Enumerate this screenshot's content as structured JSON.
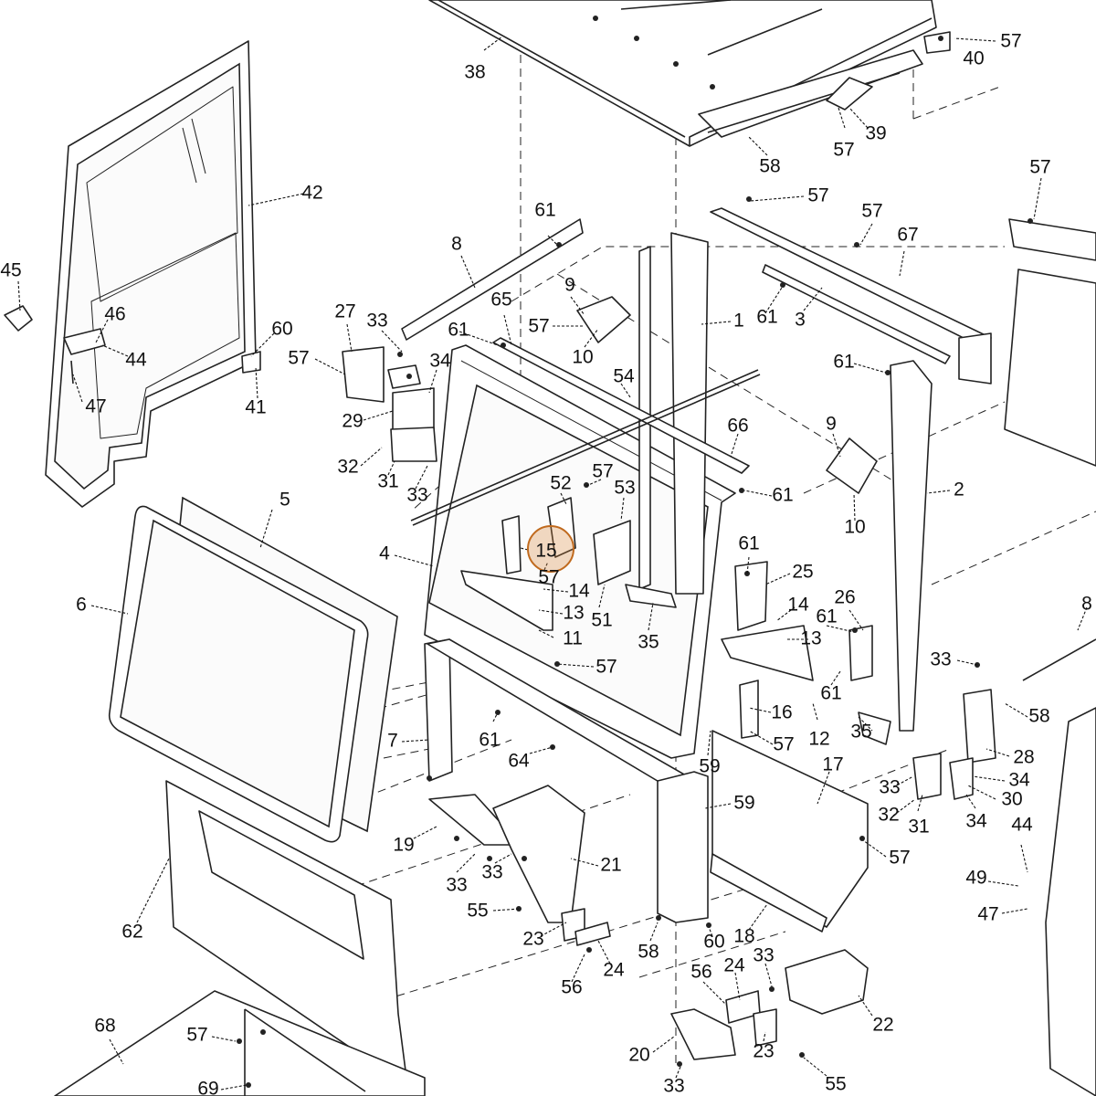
{
  "diagram": {
    "highlight": {
      "label": "15",
      "color": "#d68538"
    },
    "callouts": {
      "c38": "38",
      "c57a": "57",
      "c40": "40",
      "c39": "39",
      "c57b": "57",
      "c58a": "58",
      "c42": "42",
      "c45": "45",
      "c46": "46",
      "c44a": "44",
      "c47a": "47",
      "c60a": "60",
      "c41": "41",
      "c57c": "57",
      "c57d": "57",
      "c67": "67",
      "c61a": "61",
      "c3": "3",
      "c8a": "8",
      "c61b": "61",
      "c9a": "9",
      "c57e": "57",
      "c10a": "10",
      "c65": "65",
      "c61c": "61",
      "c1": "1",
      "c54": "54",
      "c27": "27",
      "c33a": "33",
      "c57f": "57",
      "c34a": "34",
      "c29": "29",
      "c32a": "32",
      "c31a": "31",
      "c33b": "33",
      "c61d": "61",
      "c9b": "9",
      "c10b": "10",
      "c2": "2",
      "c66": "66",
      "c61e": "61",
      "c57g": "57",
      "c52": "52",
      "c53": "53",
      "c5": "5",
      "c6": "6",
      "c4": "4",
      "c15": "15",
      "c57h": "57",
      "c14a": "14",
      "c13a": "13",
      "c11": "11",
      "c51": "51",
      "c35a": "35",
      "c61f": "61",
      "c25": "25",
      "c14b": "14",
      "c13b": "13",
      "c61g": "61",
      "c26": "26",
      "c8b": "8",
      "c33c": "33",
      "c58b": "58",
      "c57i": "57",
      "c7": "7",
      "c61h": "61",
      "c64": "64",
      "c16": "16",
      "c57j": "57",
      "c12": "12",
      "c61i": "61",
      "c35b": "35",
      "c59a": "59",
      "c28": "28",
      "c17": "17",
      "c33d": "33",
      "c32b": "32",
      "c31b": "31",
      "c34b": "34",
      "c30": "30",
      "c34c": "34",
      "c59b": "59",
      "c44b": "44",
      "c49": "49",
      "c47b": "47",
      "c19": "19",
      "c21": "21",
      "c33e": "33",
      "c33f": "33",
      "c55a": "55",
      "c57k": "57",
      "c62": "62",
      "c18": "18",
      "c23a": "23",
      "c24a": "24",
      "c58c": "58",
      "c60b": "60",
      "c56a": "56",
      "c56b": "56",
      "c24b": "24",
      "c33g": "33",
      "c22": "22",
      "c68": "68",
      "c57l": "57",
      "c69": "69",
      "c20": "20",
      "c33h": "33",
      "c23b": "23",
      "c55b": "55"
    }
  }
}
